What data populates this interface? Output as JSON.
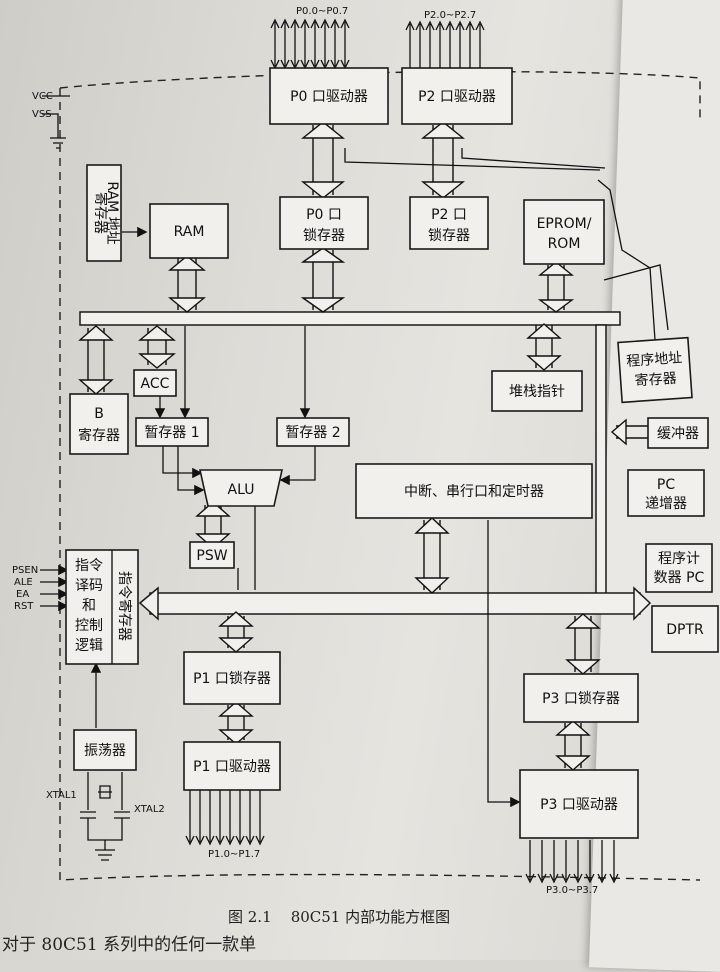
{
  "figure": {
    "caption_num": "图 2.1",
    "caption_text": "80C51 内部功能方框图",
    "bottom_text": "对于 80C51 系列中的任何一款单"
  },
  "pins": {
    "p0": "P0.0~P0.7",
    "p2": "P2.0~P2.7",
    "p1": "P1.0~P1.7",
    "p3": "P3.0~P3.7",
    "vcc": "VCC",
    "vss": "VSS",
    "psen": "PSEN",
    "ale": "ALE",
    "ea": "EA",
    "rst": "RST",
    "xtal1": "XTAL1",
    "xtal2": "XTAL2"
  },
  "blocks": {
    "p0_driver": "P0 口驱动器",
    "p2_driver": "P2 口驱动器",
    "ram_addr_l1": "RAM 地址",
    "ram_addr_l2": "寄存器",
    "ram": "RAM",
    "p0_latch_l1": "P0 口",
    "p0_latch_l2": "锁存器",
    "p2_latch_l1": "P2 口",
    "p2_latch_l2": "锁存器",
    "eprom_l1": "EPROM/",
    "eprom_l2": "ROM",
    "pc_addr_reg_l1": "程序地址",
    "pc_addr_reg_l2": "寄存器",
    "acc": "ACC",
    "stack_ptr": "堆栈指针",
    "b_reg_l1": "B",
    "b_reg_l2": "寄存器",
    "tmp1": "暂存器 1",
    "tmp2": "暂存器 2",
    "buffer": "缓冲器",
    "alu": "ALU",
    "int_serial_timer": "中断、串行口和定时器",
    "pc_inc_l1": "PC",
    "pc_inc_l2": "递增器",
    "psw": "PSW",
    "pc_l1": "程序计",
    "pc_l2": "数器 PC",
    "instr_dec_l1": "指令",
    "instr_dec_l2": "译码",
    "instr_dec_l3": "和",
    "instr_dec_l4": "控制",
    "instr_dec_l5": "逻辑",
    "instr_reg": "指令寄存器",
    "dptr": "DPTR",
    "p1_latch": "P1 口锁存器",
    "p3_latch": "P3 口锁存器",
    "oscillator": "振荡器",
    "p1_driver": "P1 口驱动器",
    "p3_driver": "P3 口驱动器"
  }
}
